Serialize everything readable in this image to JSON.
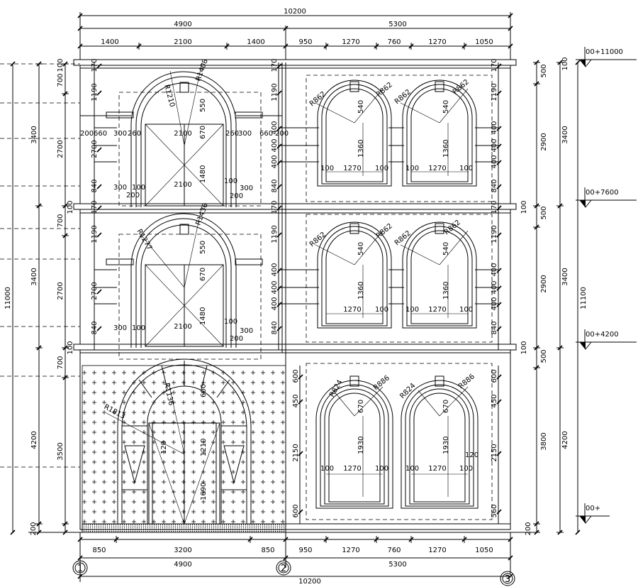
{
  "drawing": {
    "top_overall": "10200",
    "top_left_total": "4900",
    "top_right_total": "5300",
    "top_segments": [
      "1400",
      "2100",
      "1400",
      "950",
      "1270",
      "760",
      "1270",
      "1050"
    ],
    "bottom_segments": [
      "850",
      "3200",
      "850",
      "950",
      "1270",
      "760",
      "1270",
      "1050"
    ],
    "bottom_left_total": "4900",
    "bottom_right_total": "5300",
    "bottom_overall": "10200",
    "grid_axes": [
      "1",
      "2",
      "3"
    ],
    "levels": [
      "00+11000",
      "00+7600",
      "00+4200",
      "00+"
    ],
    "left_overall": "11000",
    "left_floors": [
      "3400",
      "3400",
      "4200"
    ],
    "left_parts": [
      "700",
      "2700",
      "700",
      "2700",
      "700",
      "3500",
      "200"
    ],
    "left_small": [
      "100",
      "100",
      "100"
    ],
    "right_outer": "11100",
    "right_floors": [
      "3400",
      "3400",
      "4200"
    ],
    "right_parts": [
      "500",
      "2900",
      "500",
      "2900",
      "500",
      "3800",
      "200"
    ],
    "right_small": [
      "100",
      "100",
      "100"
    ],
    "upper_col_left": [
      "170",
      "1190",
      "2700",
      "840",
      "170"
    ],
    "upper_col_mid": [
      "170",
      "1190",
      "400",
      "400",
      "840",
      "170"
    ],
    "upper_col_right": [
      "170",
      "1190",
      "400",
      "400",
      "400",
      "840",
      "170"
    ],
    "ground_col_mid": [
      "600",
      "450",
      "2150",
      "600"
    ],
    "ground_col_right": [
      "600",
      "450",
      "2150",
      "560"
    ],
    "door_labels": {
      "radius_a": "R1210",
      "radius_b": "R1408",
      "width": "2100",
      "height": "1480",
      "arch": "550",
      "inner": "670",
      "side": "300",
      "gap": "100",
      "pier_l": "260",
      "pier_r": "300",
      "pier_w": "660",
      "base": "200"
    },
    "door2_labels": {
      "radius_a": "R1277",
      "radius_b": "R1436"
    },
    "window_labels": {
      "r1": "R862",
      "r2": "R862",
      "width": "1270",
      "height": "1360",
      "side": "100",
      "top": "540"
    },
    "ground_window_labels": {
      "r1": "R886",
      "r2": "R886",
      "r3": "R824",
      "width": "1270",
      "height": "1930",
      "top": "670",
      "side": "100",
      "extra": "120"
    },
    "ground_door_labels": {
      "r1": "R1813",
      "r2": "R1136",
      "top": "600",
      "mid": "1210",
      "low": "1690",
      "arc": "120"
    }
  }
}
